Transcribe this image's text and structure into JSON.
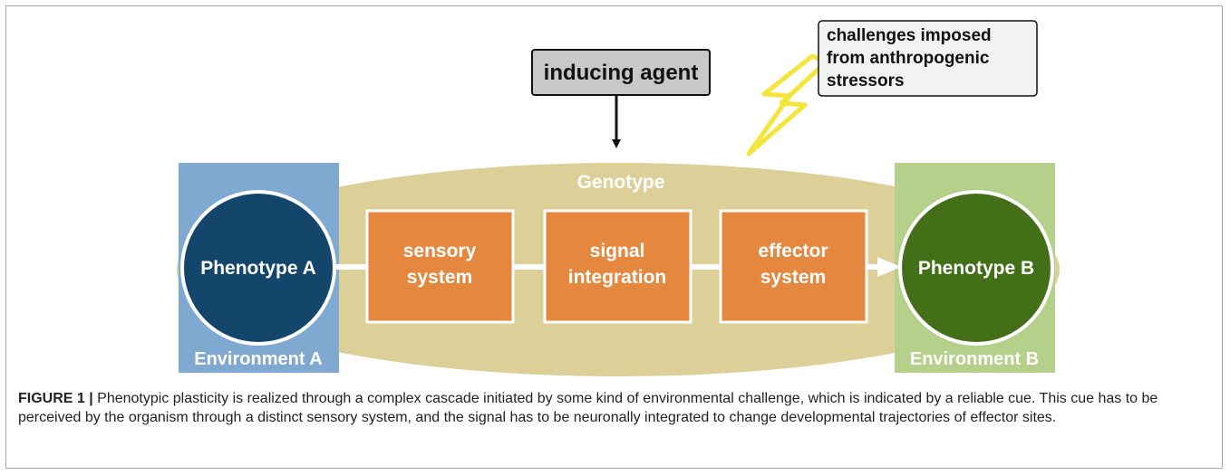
{
  "diagram": {
    "inducing_agent": "inducing agent",
    "stress_box": {
      "line1": "challenges imposed",
      "line2": "from anthropogenic",
      "line3": "stressors"
    },
    "genotype": "Genotype",
    "phenotype_a": "Phenotype A",
    "phenotype_b": "Phenotype B",
    "environment_a": "Environment A",
    "environment_b": "Environment B",
    "steps": [
      {
        "line1": "sensory",
        "line2": "system"
      },
      {
        "line1": "signal",
        "line2": "integration"
      },
      {
        "line1": "effector",
        "line2": "system"
      }
    ],
    "colors": {
      "environment_a": "#7fa9d1",
      "environment_b": "#b5d08a",
      "phenotype_a": "#14466b",
      "phenotype_b": "#436f18",
      "genotype": "#dccf98",
      "step": "#e5883f",
      "lightning": "#f4e53a",
      "inducing_box": "#c8c8c8"
    }
  },
  "caption": {
    "label": "FIGURE 1 |",
    "text": " Phenotypic plasticity is realized through a complex cascade initiated by some kind of environmental challenge, which is indicated by a reliable cue. This cue has to be perceived by the organism through a distinct sensory system, and the signal has to be neuronally integrated to change developmental trajectories of effector sites."
  }
}
